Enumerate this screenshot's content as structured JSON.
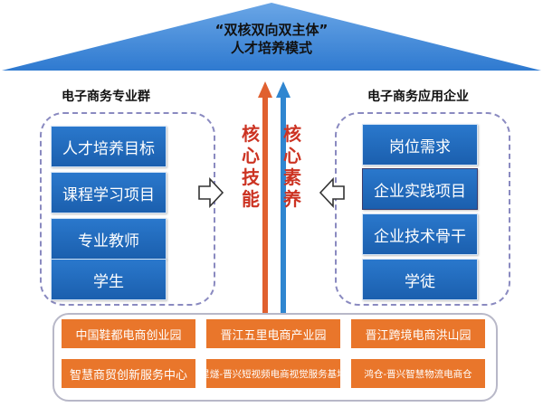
{
  "roof": {
    "line1": "“双核双向双主体”",
    "line2": "人才培养模式"
  },
  "left_group": {
    "title": "电子商务专业群",
    "items": [
      "人才培养目标",
      "课程学习项目",
      "专业教师",
      "学生"
    ]
  },
  "right_group": {
    "title": "电子商务应用企业",
    "items": [
      "岗位需求",
      "企业实践项目",
      "企业技术骨干",
      "学徒"
    ]
  },
  "center": {
    "left_arrow_label": "核心技能",
    "right_arrow_label": "核心素养",
    "colors": {
      "left_arrow": "#e0602f",
      "right_arrow": "#2f86d0",
      "text": "#cc3322"
    }
  },
  "platforms": {
    "row1": [
      "中国鞋都电商创业园",
      "晋江五里电商产业园",
      "晋江跨境电商洪山园"
    ],
    "row2": [
      "智慧商贸创新服务中心",
      "星燧-晋兴短视频电商视觉服务基地",
      "鸿仓-晋兴智慧物流电商仓"
    ]
  },
  "colors": {
    "roof": "#3f88d8",
    "blue_box": "#1f66b8",
    "orange_box": "#e9762b"
  }
}
